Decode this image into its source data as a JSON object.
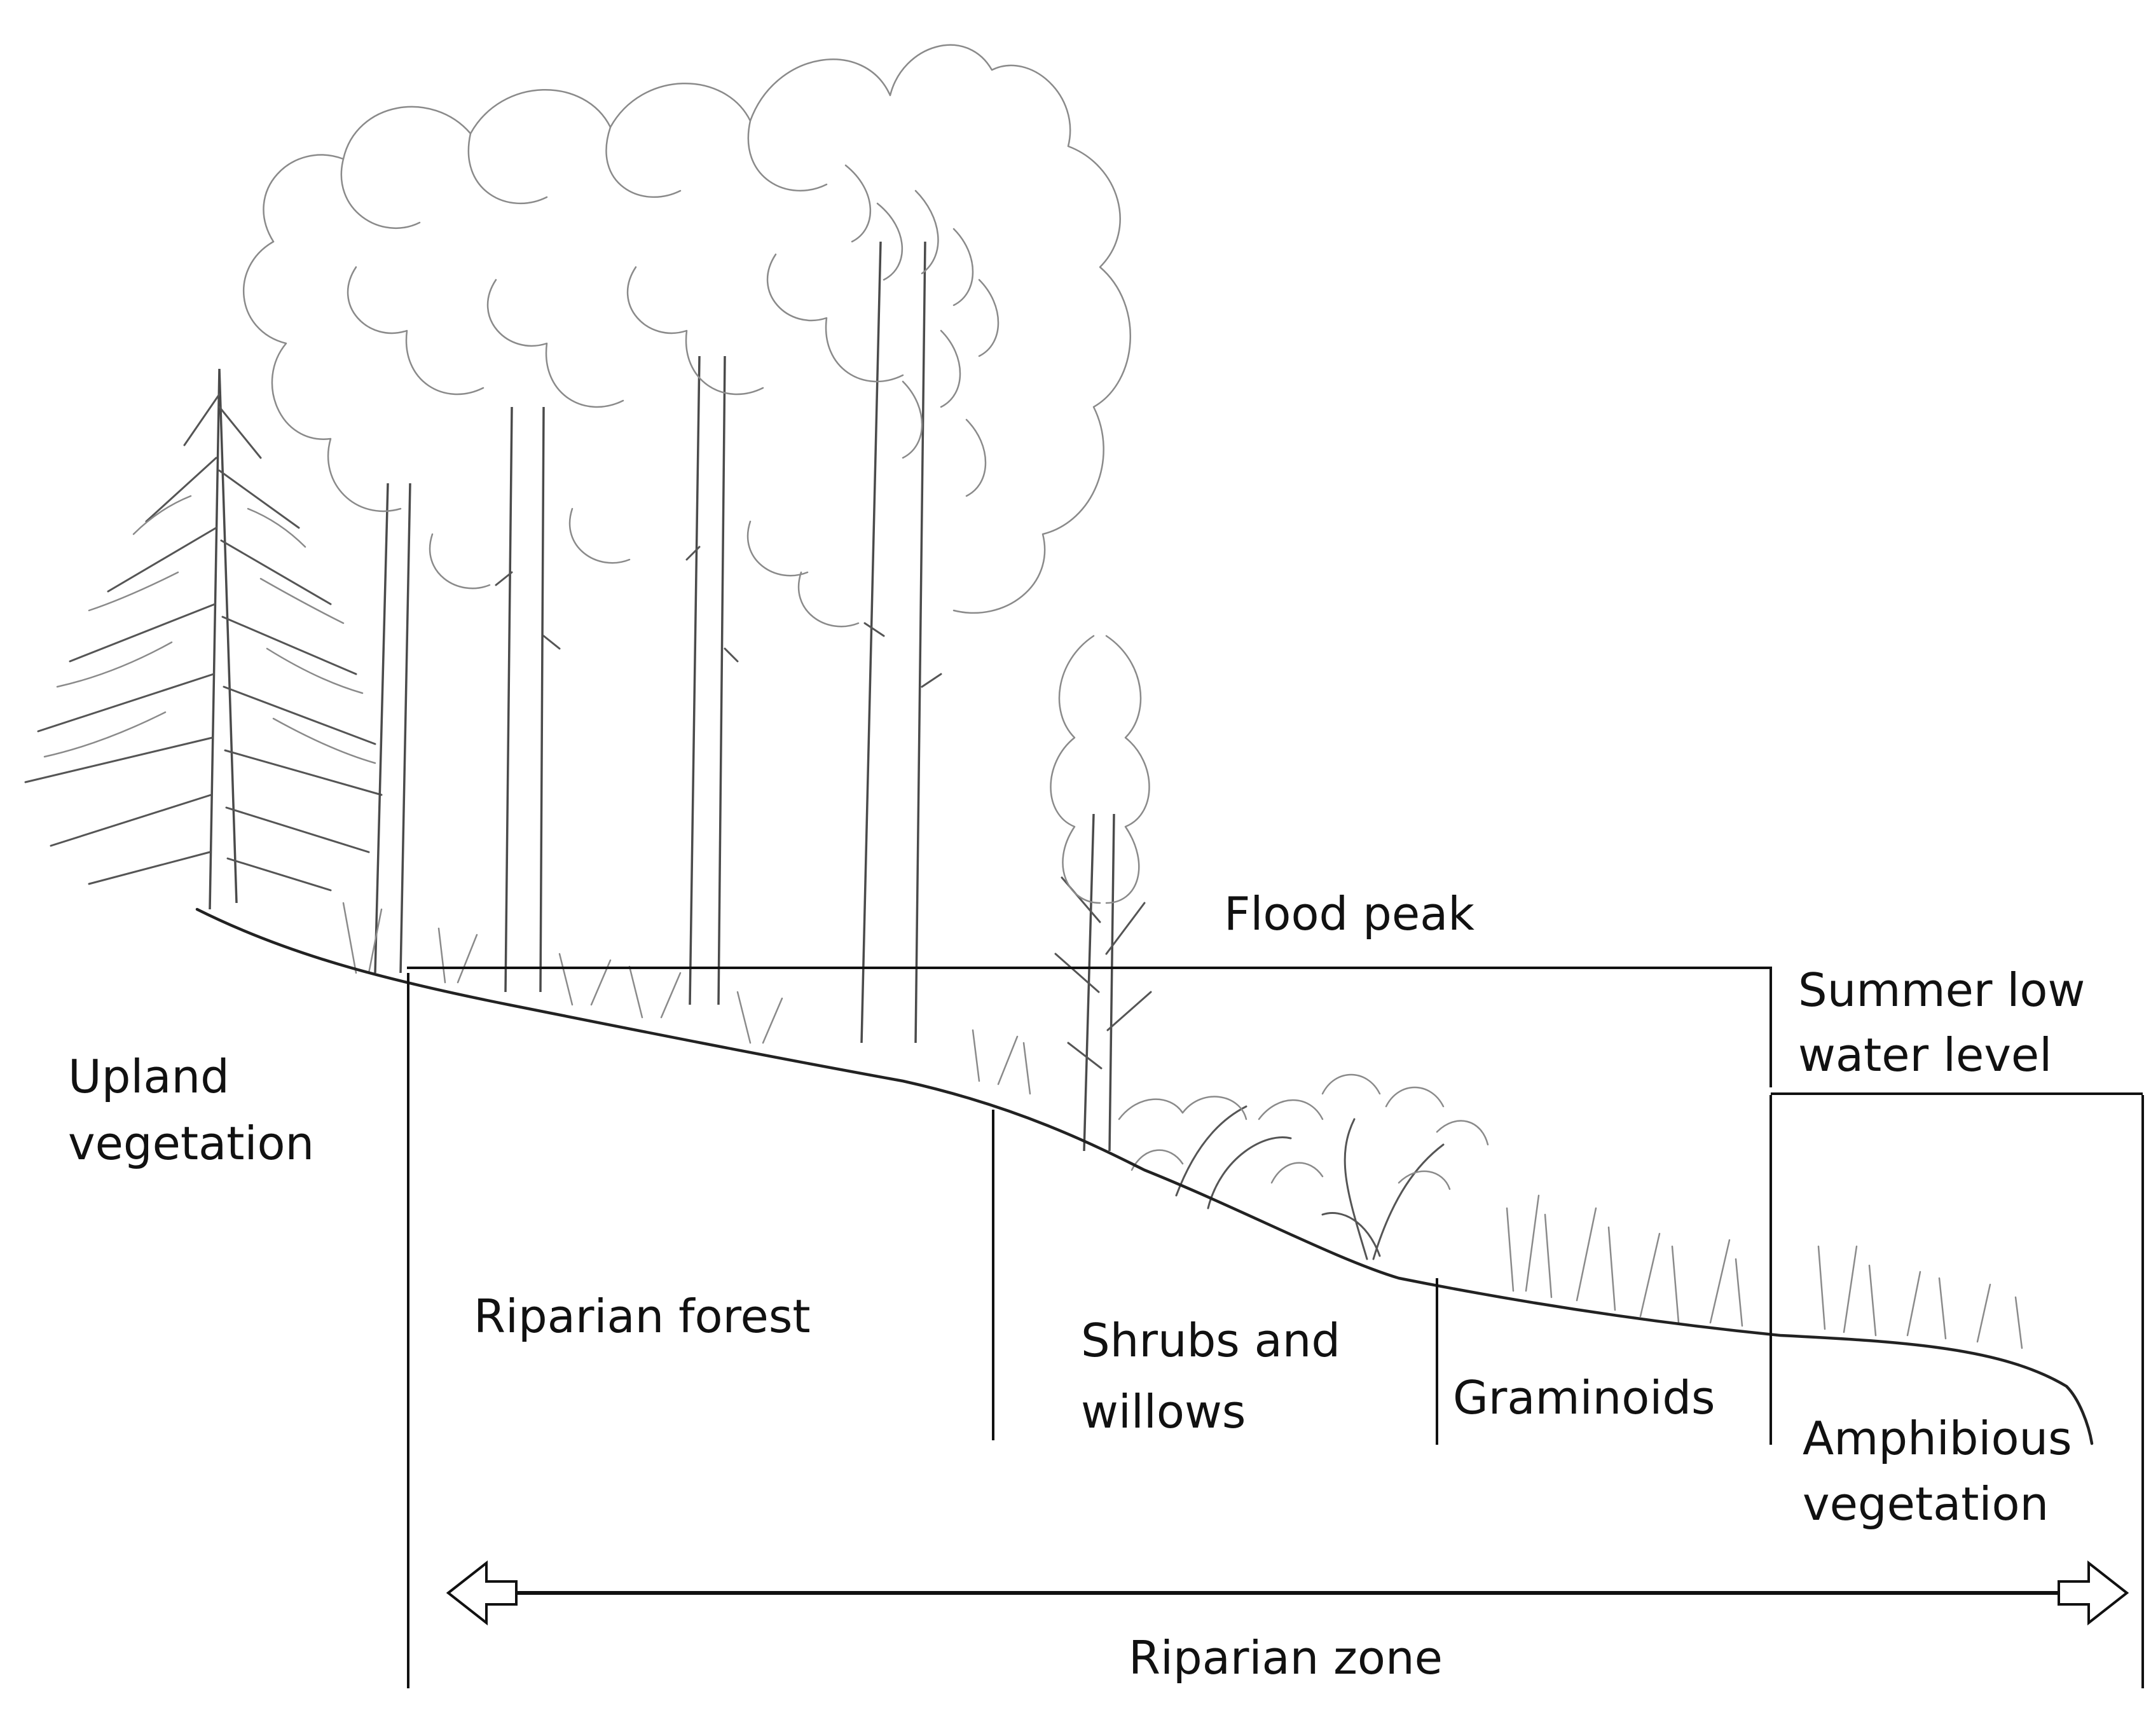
{
  "labels": {
    "upland_line1": "Upland",
    "upland_line2": "vegetation",
    "flood_peak": "Flood peak",
    "summer_low_line1": "Summer low",
    "summer_low_line2": "water level",
    "riparian_forest": "Riparian forest",
    "shrubs_line1": "Shrubs and",
    "shrubs_line2": "willows",
    "graminoids": "Graminoids",
    "amphibious_line1": "Amphibious",
    "amphibious_line2": "vegetation",
    "riparian_zone": "Riparian zone"
  },
  "icons": [
    "conifer-tree-icon",
    "deciduous-tree-icon",
    "small-tree-icon",
    "shrub-icon",
    "grass-icon",
    "double-arrow-icon"
  ],
  "colors": {
    "ink": "#111111",
    "sketch": "#555555",
    "background": "#ffffff"
  }
}
